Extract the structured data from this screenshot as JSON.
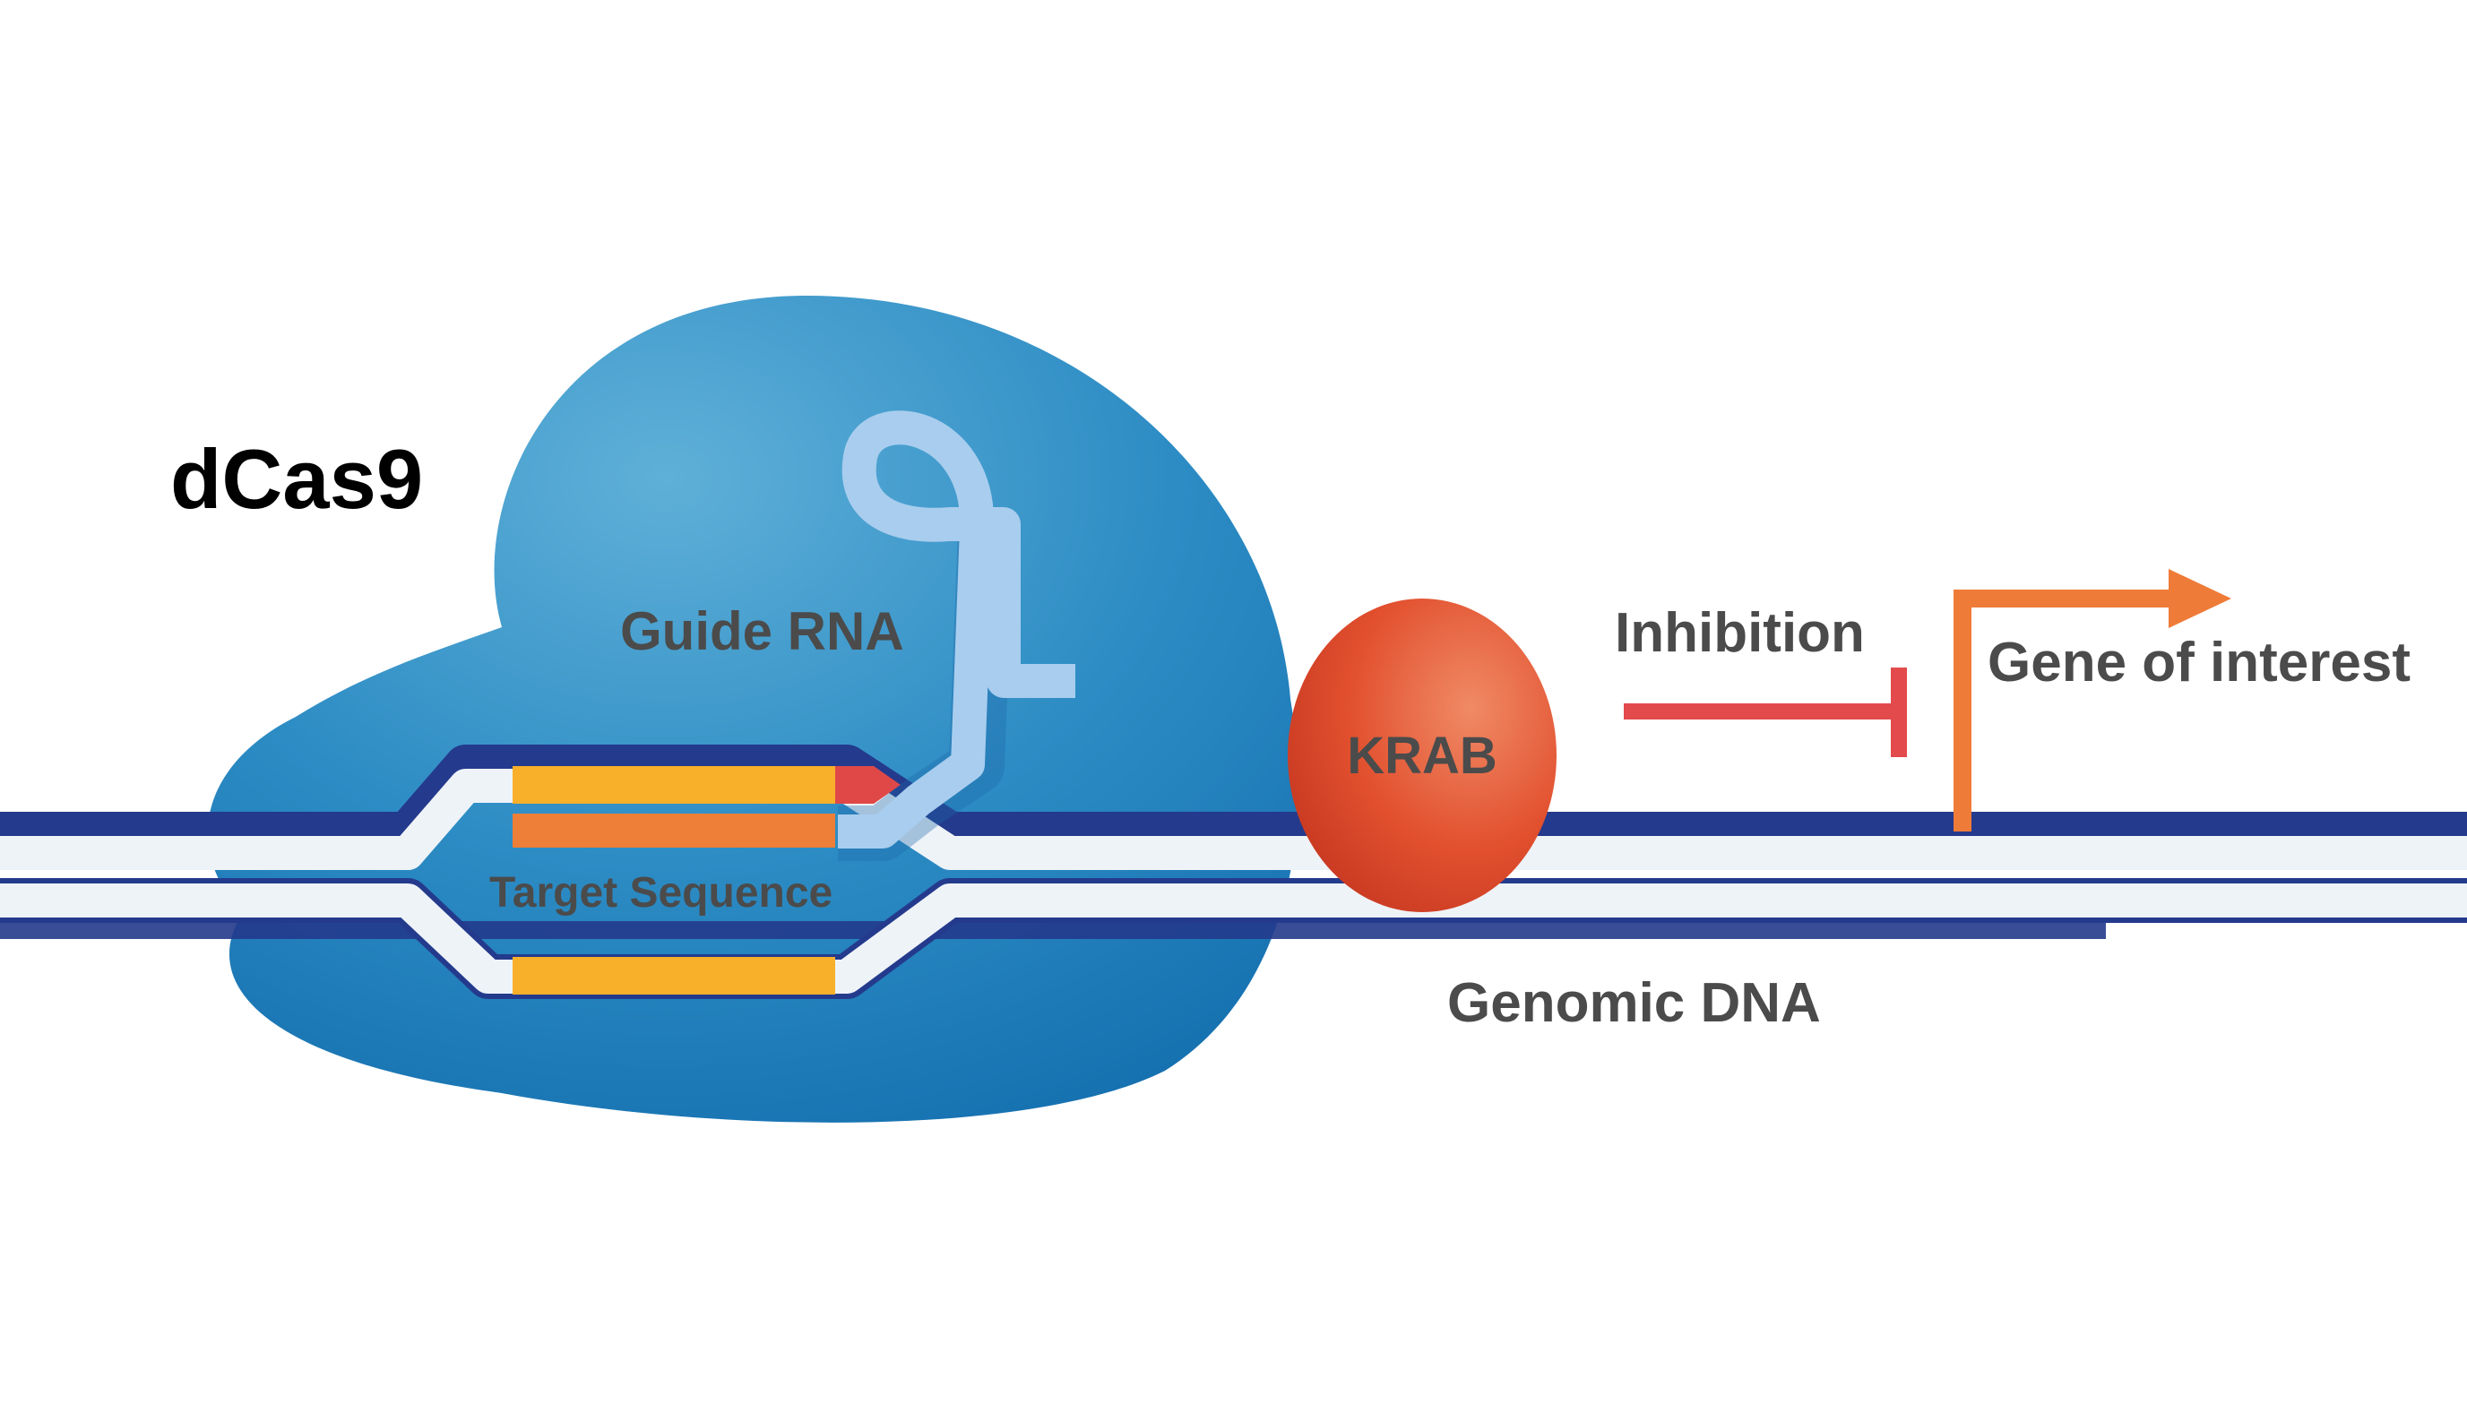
{
  "labels": {
    "dcas9": "dCas9",
    "guide_rna": "Guide RNA",
    "target_sequence": "Target Sequence",
    "krab": "KRAB",
    "inhibition": "Inhibition",
    "gene_of_interest": "Gene of interest",
    "genomic_dna": "Genomic DNA"
  },
  "colors": {
    "dcas9_light": "#5fb0d8",
    "dcas9_dark": "#1671b0",
    "guide_rna": "#a9cdee",
    "target_strand": "#f8b02b",
    "guide_strand": "#ee7f38",
    "pam": "#e04848",
    "krab": "#e2502e",
    "inhibition": "#e34a4c",
    "gene_arrow": "#ef7b38",
    "dna_fill": "#eef3f8",
    "dna_outline": "#243a8c",
    "label_dark": "#4b4b4b",
    "label_black": "#000000"
  }
}
